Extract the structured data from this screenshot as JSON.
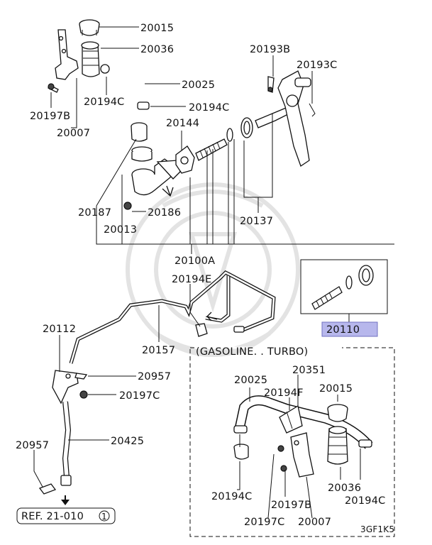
{
  "labels": {
    "p20015": "20015",
    "p20036": "20036",
    "p20025": "20025",
    "p20194C_a": "20194C",
    "p20194C_b": "20194C",
    "p20197B": "20197B",
    "p20007": "20007",
    "p20193B": "20193B",
    "p20193C": "20193C",
    "p20144": "20144",
    "p20187": "20187",
    "p20186": "20186",
    "p20013": "20013",
    "p20137": "20137",
    "p20100A": "20100A",
    "p20110": "20110",
    "p20194E": "20194E",
    "p20112": "20112",
    "p20157": "20157",
    "p20957_a": "20957",
    "p20197C": "20197C",
    "p20957_b": "20957",
    "p20425": "20425",
    "ref": "REF. 21-010",
    "ref_circle": "1"
  },
  "inset": {
    "title": "(GASOLINE. . TURBO)",
    "p20025": "20025",
    "p20351": "20351",
    "p20194F": "20194F",
    "p20015": "20015",
    "p20194C_a": "20194C",
    "p20036": "20036",
    "p20194C_b": "20194C",
    "p20197B": "20197B",
    "p20197C": "20197C",
    "p20007": "20007"
  },
  "figure_code": "3GF1K5",
  "colors": {
    "highlight_fill": "#b7b7ec",
    "highlight_stroke": "#7070c0",
    "line": "#111111"
  }
}
